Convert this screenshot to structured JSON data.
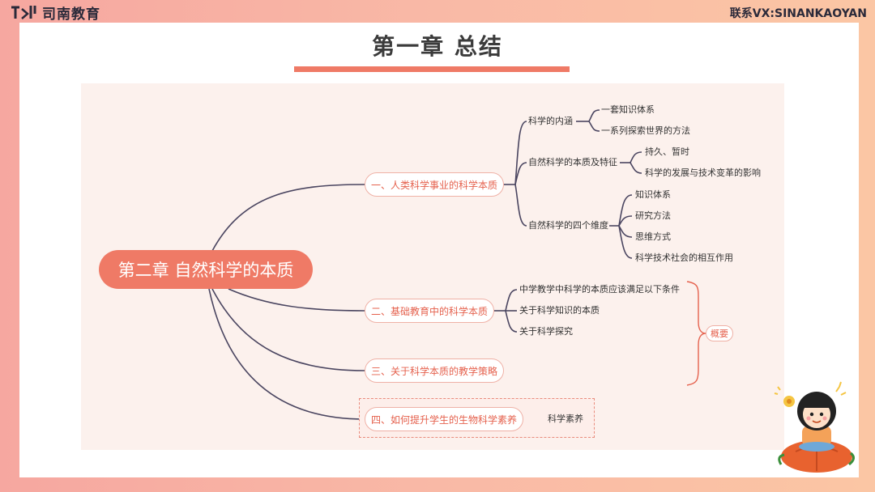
{
  "header": {
    "logo_text": "司南教育",
    "contact": "联系VX:SINANKAOYAN"
  },
  "slide": {
    "title": "第一章  总结"
  },
  "mindmap": {
    "root": "第二章 自然科学的本质",
    "branches": [
      {
        "label": "一、人类科学事业的科学本质",
        "children": [
          {
            "label": "科学的内涵",
            "children": [
              "一套知识体系",
              "一系列探索世界的方法"
            ]
          },
          {
            "label": "自然科学的本质及特征",
            "children": [
              "持久、暂时",
              "科学的发展与技术变革的影响"
            ]
          },
          {
            "label": "自然科学的四个维度",
            "children": [
              "知识体系",
              "研究方法",
              "思维方式",
              "科学技术社会的相互作用"
            ]
          }
        ]
      },
      {
        "label": "二、基础教育中的科学本质",
        "children": [
          "中学教学中科学的本质应该满足以下条件",
          "关于科学知识的本质",
          "关于科学探究"
        ]
      },
      {
        "label": "三、关于科学本质的教学策略"
      },
      {
        "label": "四、如何提升学生的生物科学素养",
        "children": [
          "科学素养"
        ]
      }
    ],
    "summary_label": "概要"
  },
  "colors": {
    "accent": "#ef7a66",
    "line": "#4a4560",
    "branch_text": "#e5614d"
  }
}
